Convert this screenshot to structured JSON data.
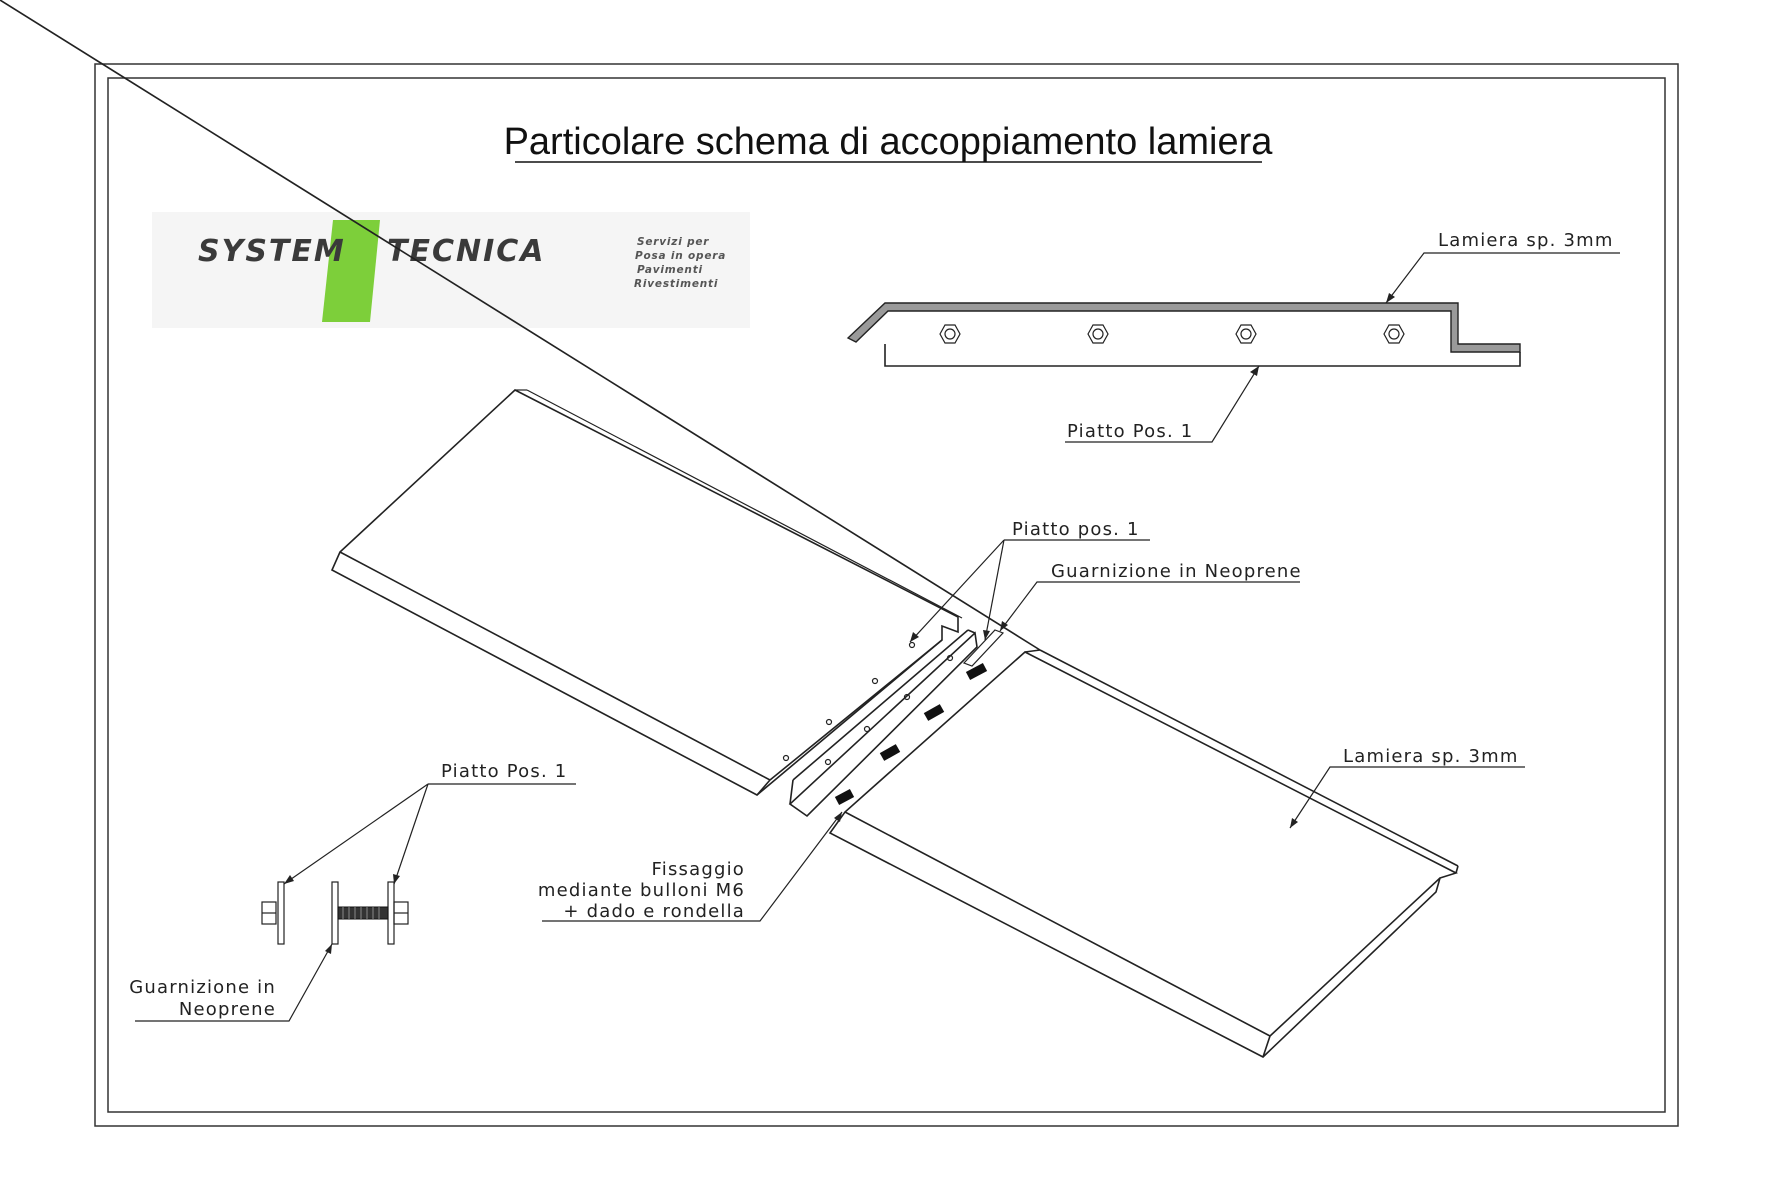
{
  "title": "Particolare schema di accoppiamento lamiera",
  "logo": {
    "word_left": "SYSTEM",
    "word_right": "TECNICA",
    "tagline": [
      "Servizi per",
      "Posa in opera",
      "Pavimenti",
      "Rivestimenti"
    ],
    "accent_color": "#7dcf3a"
  },
  "labels": {
    "lamiera_top": "Lamiera  sp.  3mm",
    "piatto_top": "Piatto  Pos.  1",
    "piatto_mid": "Piatto  pos.  1",
    "guarnizione_mid": "Guarnizione  in  Neoprene",
    "lamiera_right": "Lamiera  sp.  3mm",
    "piatto_left": "Piatto  Pos.  1",
    "fissaggio": [
      "Fissaggio",
      "mediante  bulloni  M6",
      "+  dado  e  rondella"
    ],
    "guarnizione_left": [
      "Guarnizione  in",
      "Neoprene"
    ]
  }
}
